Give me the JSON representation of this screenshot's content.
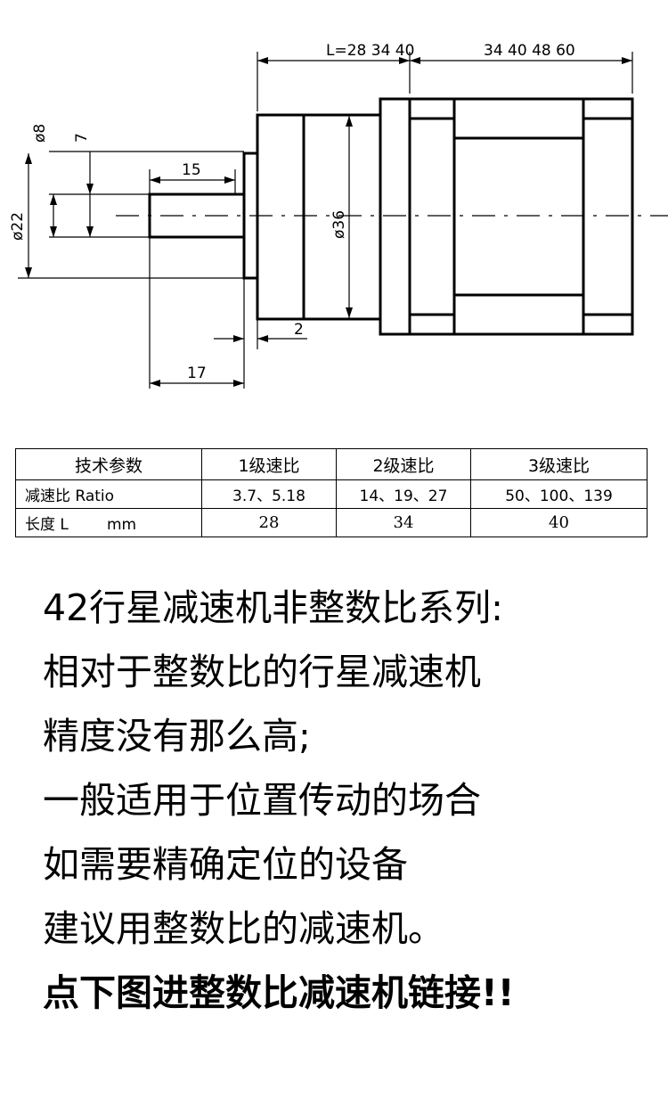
{
  "dimensions": {
    "L_top": "L=28 34 40",
    "right_top": "34 40 48 60",
    "phi8": "ø8",
    "seven": "7",
    "fifteen": "15",
    "phi22": "ø22",
    "phi36": "ø36",
    "two": "2",
    "seventeen": "17"
  },
  "table": {
    "headers": [
      "技术参数",
      "1级速比",
      "2级速比",
      "3级速比"
    ],
    "rows": [
      {
        "label": "减速比 Ratio",
        "values": [
          "3.7、5.18",
          "14、19、27",
          "50、100、139"
        ]
      },
      {
        "label": "长度 L",
        "unit": "mm",
        "values": [
          "28",
          "34",
          "40"
        ]
      }
    ]
  },
  "description": [
    "42行星减速机非整数比系列:",
    "相对于整数比的行星减速机",
    "精度没有那么高;",
    "一般适用于位置传动的场合",
    "如需要精确定位的设备",
    "建议用整数比的减速机。",
    "点下图进整数比减速机链接!!"
  ]
}
